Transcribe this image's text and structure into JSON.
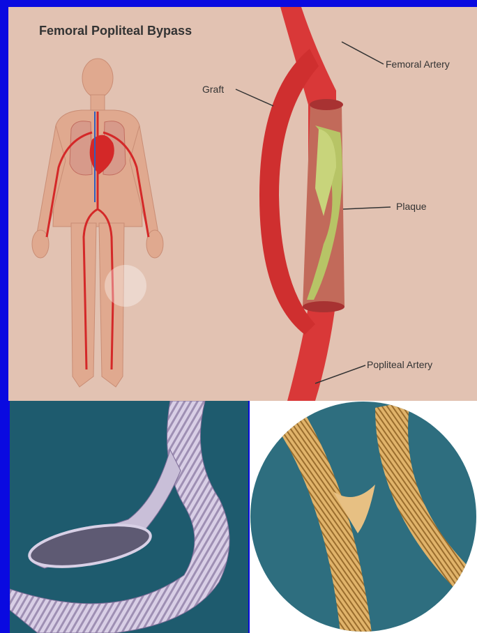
{
  "diagram": {
    "title": "Femoral Popliteal Bypass",
    "labels": {
      "femoral_artery": "Femoral Artery",
      "graft": "Graft",
      "plaque": "Plaque",
      "popliteal_artery": "Popliteal Artery"
    }
  },
  "colors": {
    "frame": "#0a0ae0",
    "background": "#e2c2b2",
    "artery": "#d93838",
    "plaque": "#b7c466"
  }
}
